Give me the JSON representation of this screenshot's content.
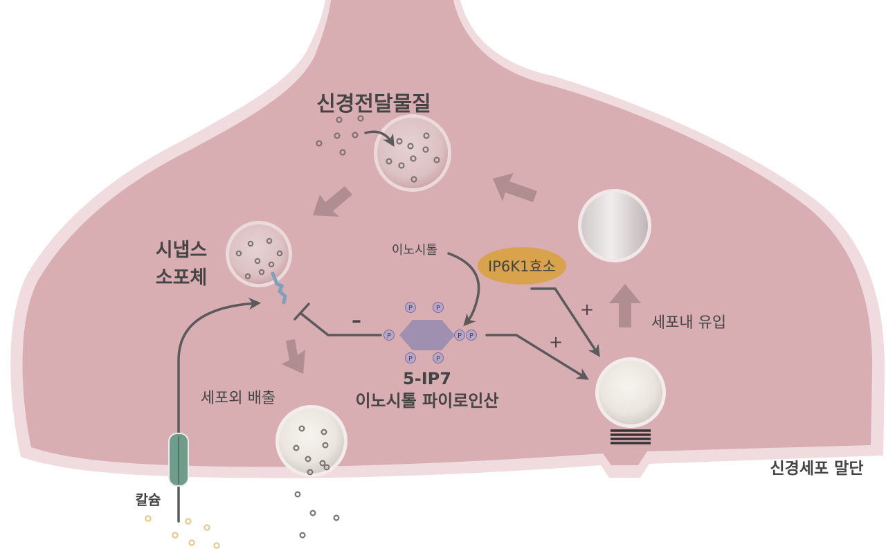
{
  "labels": {
    "neurotransmitter": "신경전달물질",
    "synaptotagmin_line1": "시냅스",
    "synaptotagmin_line2": "소포체",
    "inositol": "이노시톨",
    "enzyme": "IP6K1효소",
    "inhibit_sign": "–",
    "plus_sign_1": "+",
    "plus_sign_2": "+",
    "influx": "세포내 유입",
    "exocytosis": "세포외 배출",
    "ip7_name": "5-IP7",
    "ip7_full": "이노시톨 파이로인산",
    "calcium": "칼슘",
    "terminal": "신경세포 말단",
    "phosphate": "P"
  },
  "colors": {
    "terminal_fill": "#d8aeb2",
    "terminal_rim": "#f0dcde",
    "arrow": "#5a5a5a",
    "flow_arrow": "#b08d90",
    "enzyme_fill": "#d9a24c",
    "ip7_fill": "#9f8fb0",
    "phosphate_fill": "#b7a6cc",
    "channel_fill": "#6f9c8b",
    "calcium_dot": "#e8c88e",
    "text": "#444444"
  },
  "icons": {
    "channel": "calcium-channel-icon",
    "protein": "synaptotagmin-icon",
    "coil": "coil-icon"
  }
}
